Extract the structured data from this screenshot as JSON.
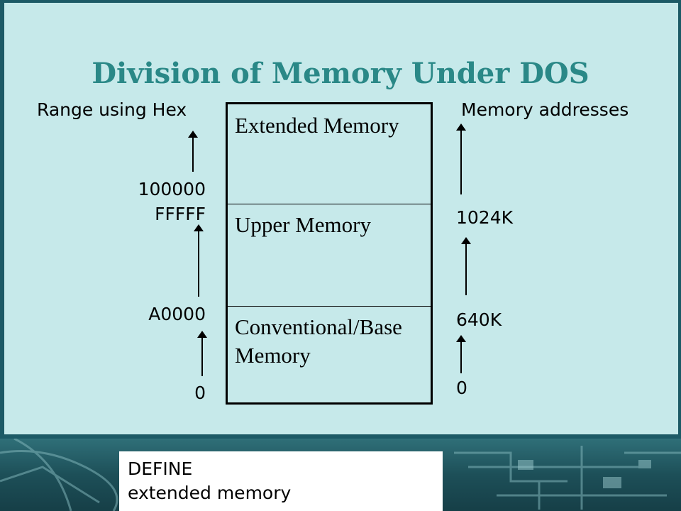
{
  "slide": {
    "title": "Division of Memory Under DOS",
    "left_heading": "Range using Hex",
    "right_heading": "Memory addresses",
    "hex_labels": [
      "100000",
      "FFFFF",
      "A0000",
      "0"
    ],
    "address_labels": [
      "1024K",
      "640K",
      "0"
    ],
    "sections": [
      {
        "label": "Extended Memory"
      },
      {
        "label": "Upper Memory"
      },
      {
        "label": "Conventional/Base Memory"
      }
    ],
    "note": {
      "line1": "DEFINE",
      "line2": "extended memory"
    }
  },
  "colors": {
    "title": "#2a8887",
    "panel": "#c6e9ea",
    "frame": "#1c5a66",
    "footer": "#1d4f58"
  }
}
